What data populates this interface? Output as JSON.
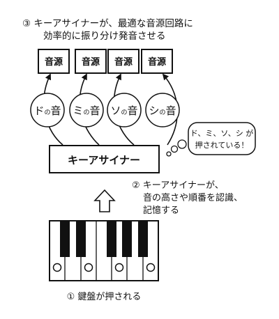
{
  "step3": {
    "line1": "③ キーアサイナーが、最適な音源回路に",
    "line2": "効率的に振り分け発音させる"
  },
  "sources": [
    {
      "label": "音源"
    },
    {
      "label": "音源"
    },
    {
      "label": "音源"
    },
    {
      "label": "音源"
    }
  ],
  "notes": [
    {
      "name": "ド",
      "particle": "の",
      "suffix": "音"
    },
    {
      "name": "ミ",
      "particle": "の",
      "suffix": "音"
    },
    {
      "name": "ソ",
      "particle": "の",
      "suffix": "音"
    },
    {
      "name": "シ",
      "particle": "の",
      "suffix": "音"
    }
  ],
  "thought": {
    "line1": "ド、ミ、ソ、シ が",
    "line2": "押されている！"
  },
  "assigner": {
    "label": "キーアサイナー"
  },
  "step2": {
    "line1": "② キーアサイナーが、",
    "line2": "音の高さや順番を認識、",
    "line3": "記憶する"
  },
  "step1": {
    "label": "① 鍵盤が押される"
  }
}
